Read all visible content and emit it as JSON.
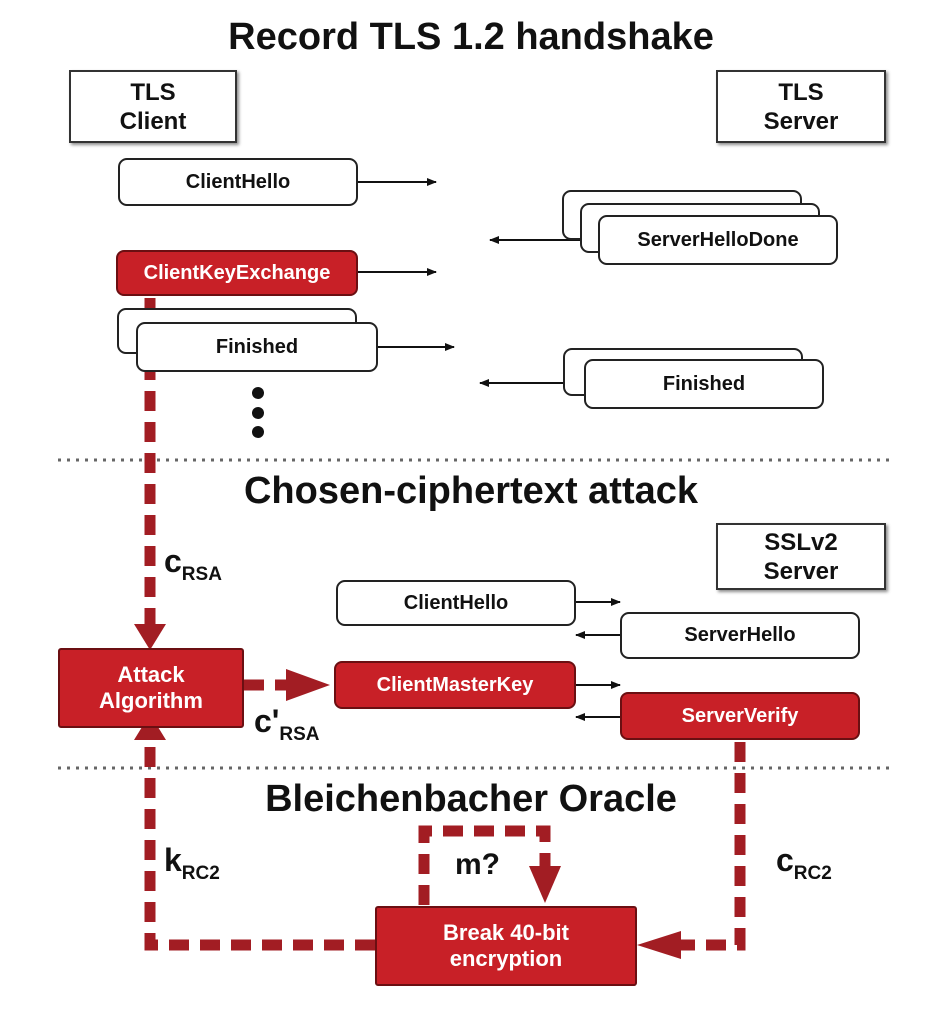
{
  "sections": {
    "handshake_title": "Record TLS 1.2 handshake",
    "attack_title": "Chosen-ciphertext attack",
    "oracle_title": "Bleichenbacher Oracle"
  },
  "actors": {
    "tls_client": "TLS\nClient",
    "tls_server": "TLS\nServer",
    "sslv2_server": "SSLv2\nServer"
  },
  "handshake_messages": {
    "client_hello": "ClientHello",
    "server_hello_done": "ServerHelloDone",
    "client_key_exchange": "ClientKeyExchange",
    "client_finished": "Finished",
    "server_finished": "Finished"
  },
  "attack_messages": {
    "client_hello": "ClientHello",
    "server_hello": "ServerHello",
    "client_master_key": "ClientMasterKey",
    "server_verify": "ServerVerify"
  },
  "components": {
    "attack_algorithm": "Attack\nAlgorithm",
    "break_encryption": "Break 40-bit\nencryption"
  },
  "labels": {
    "c_rsa_main": "c",
    "c_rsa_sub": "RSA",
    "c_prime_main": "c'",
    "c_prime_sub": "RSA",
    "k_rc2_main": "k",
    "k_rc2_sub": "RC2",
    "c_rc2_main": "c",
    "c_rc2_sub": "RC2",
    "m_query": "m?"
  },
  "colors": {
    "attack_red": "#c82027",
    "text": "#111111",
    "divider": "#666666"
  }
}
